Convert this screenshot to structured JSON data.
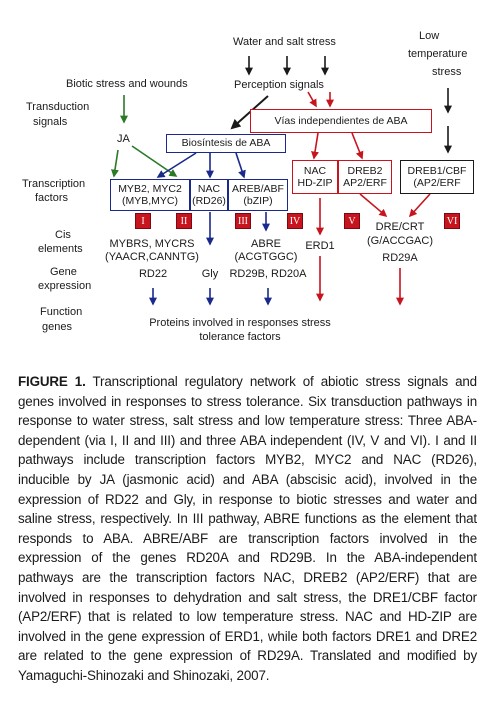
{
  "colors": {
    "aba_dependent": "#1a2a8c",
    "aba_independent": "#c8141e",
    "jasmonic_pathway": "#2a7a2a",
    "neutral": "#1a1a1a"
  },
  "diagram": {
    "stress_inputs": {
      "water_salt": "Water and salt stress",
      "biotic": "Biotic stress and wounds",
      "low_temp_line1": "Low",
      "low_temp_line2": "temperature",
      "low_temp_line3": "stress"
    },
    "perception": "Perception signals",
    "row_labels": {
      "transduction_line1": "Transduction",
      "transduction_line2": "signals",
      "transcription_line1": "Transcription",
      "transcription_line2": "factors",
      "cis_line1": "Cis",
      "cis_line2": "elements",
      "gene_line1": "Gene",
      "gene_line2": "expression",
      "function_line1": "Function",
      "function_line2": "genes"
    },
    "signals": {
      "ja": "JA",
      "biosintesis": "Biosíntesis de ABA",
      "vias": "Vías independientes de ABA"
    },
    "transcription_factors": {
      "myb_line1": "MYB2, MYC2",
      "myb_line2": "(MYB,MYC)",
      "nac_line1": "NAC",
      "nac_line2": "(RD26)",
      "areb_line1": "AREB/ABF",
      "areb_line2": "(bZIP)",
      "nachd_line1": "NAC",
      "nachd_line2": "HD-ZIP",
      "dreb2_line1": "DREB2",
      "dreb2_line2": "AP2/ERF",
      "dreb1_line1": "DREB1/CBF",
      "dreb1_line2": "(AP2/ERF"
    },
    "pathway_numerals": [
      "I",
      "II",
      "III",
      "IV",
      "V",
      "VI"
    ],
    "cis_elements": {
      "mybrs_line1": "MYBRS, MYCRS",
      "mybrs_line2": "(YAACR,CANNTG)",
      "abre_line1": "ABRE",
      "abre_line2": "(ACGTGGC)",
      "dre_line1": "DRE/CRT",
      "dre_line2": "(G/ACCGAC)"
    },
    "genes": {
      "rd22": "RD22",
      "gly": "Gly",
      "rd29b": "RD29B, RD20A",
      "erd1": "ERD1",
      "rd29a": "RD29A"
    },
    "function_line1": "Proteins involved in responses stress",
    "function_line2": "tolerance factors"
  },
  "caption": {
    "label": "FIGURE 1.",
    "text": "Transcriptional regulatory network of abiotic stress signals and genes involved in responses to stress tolerance. Six transduction pathways in response to water stress, salt stress and low temperature stress: Three ABA-dependent (via I, II and III) and three ABA independent (IV, V and VI). I and II pathways include transcription factors MYB2, MYC2 and NAC (RD26), inducible by JA (jasmonic acid) and ABA (abscisic acid), involved in the expression of RD22 and Gly, in response to biotic stresses and water and saline stress, respectively.  In III pathway, ABRE functions as the element that responds to ABA. ABRE/ABF are transcription factors involved in the expression of the genes RD20A and RD29B. In the ABA-independent pathways are the transcription factors NAC, DREB2 (AP2/ERF) that are involved in responses to dehydration and salt stress, the DRE1/CBF factor (AP2/ERF) that is related to low temperature stress. NAC and HD-ZIP are involved in the gene expression of ERD1, while both factors DRE1 and DRE2 are related to the gene expression of RD29A. Translated and modified by Yamaguchi-Shinozaki and Shinozaki, 2007."
  }
}
